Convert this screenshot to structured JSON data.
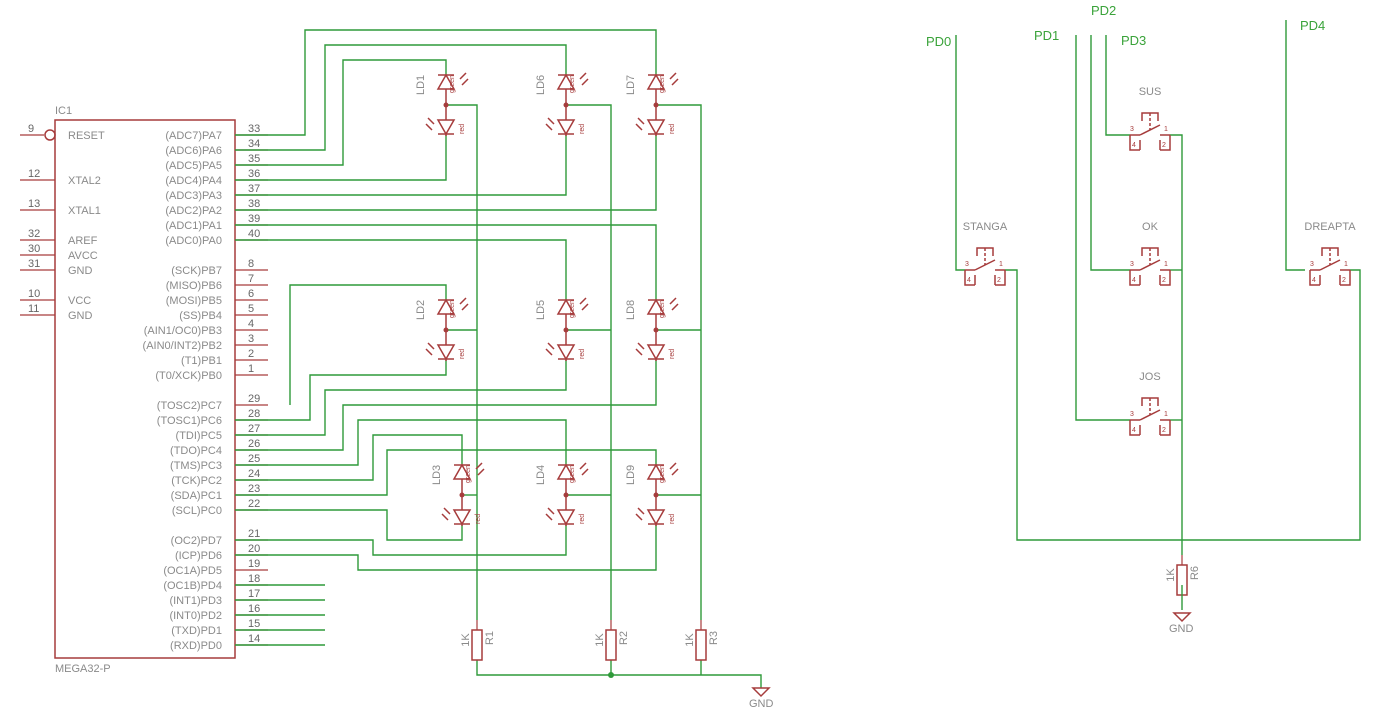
{
  "ic": {
    "name": "IC1",
    "part": "MEGA32-P",
    "left_pins": [
      {
        "num": "9",
        "label": "RESET"
      },
      {
        "num": "12",
        "label": "XTAL2"
      },
      {
        "num": "13",
        "label": "XTAL1"
      },
      {
        "num": "32",
        "label": "AREF"
      },
      {
        "num": "30",
        "label": "AVCC"
      },
      {
        "num": "31",
        "label": "GND"
      },
      {
        "num": "10",
        "label": "VCC"
      },
      {
        "num": "11",
        "label": "GND"
      }
    ],
    "right_pins": [
      {
        "num": "33",
        "label": "(ADC7)PA7"
      },
      {
        "num": "34",
        "label": "(ADC6)PA6"
      },
      {
        "num": "35",
        "label": "(ADC5)PA5"
      },
      {
        "num": "36",
        "label": "(ADC4)PA4"
      },
      {
        "num": "37",
        "label": "(ADC3)PA3"
      },
      {
        "num": "38",
        "label": "(ADC2)PA2"
      },
      {
        "num": "39",
        "label": "(ADC1)PA1"
      },
      {
        "num": "40",
        "label": "(ADC0)PA0"
      },
      {
        "num": "8",
        "label": "(SCK)PB7"
      },
      {
        "num": "7",
        "label": "(MISO)PB6"
      },
      {
        "num": "6",
        "label": "(MOSI)PB5"
      },
      {
        "num": "5",
        "label": "(SS)PB4"
      },
      {
        "num": "4",
        "label": "(AIN1/OC0)PB3"
      },
      {
        "num": "3",
        "label": "(AIN0/INT2)PB2"
      },
      {
        "num": "2",
        "label": "(T1)PB1"
      },
      {
        "num": "1",
        "label": "(T0/XCK)PB0"
      },
      {
        "num": "29",
        "label": "(TOSC2)PC7"
      },
      {
        "num": "28",
        "label": "(TOSC1)PC6"
      },
      {
        "num": "27",
        "label": "(TDI)PC5"
      },
      {
        "num": "26",
        "label": "(TDO)PC4"
      },
      {
        "num": "25",
        "label": "(TMS)PC3"
      },
      {
        "num": "24",
        "label": "(TCK)PC2"
      },
      {
        "num": "23",
        "label": "(SDA)PC1"
      },
      {
        "num": "22",
        "label": "(SCL)PC0"
      },
      {
        "num": "21",
        "label": "(OC2)PD7"
      },
      {
        "num": "20",
        "label": "(ICP)PD6"
      },
      {
        "num": "19",
        "label": "(OC1A)PD5"
      },
      {
        "num": "18",
        "label": "(OC1B)PD4"
      },
      {
        "num": "17",
        "label": "(INT1)PD3"
      },
      {
        "num": "16",
        "label": "(INT0)PD2"
      },
      {
        "num": "15",
        "label": "(TXD)PD1"
      },
      {
        "num": "14",
        "label": "(RXD)PD0"
      }
    ]
  },
  "leds": [
    {
      "name": "LD1"
    },
    {
      "name": "LD6"
    },
    {
      "name": "LD7"
    },
    {
      "name": "LD2"
    },
    {
      "name": "LD5"
    },
    {
      "name": "LD8"
    },
    {
      "name": "LD3"
    },
    {
      "name": "LD4"
    },
    {
      "name": "LD9"
    }
  ],
  "led_labels": {
    "green": "green",
    "red": "red"
  },
  "resistors": [
    {
      "name": "R1",
      "value": "1K"
    },
    {
      "name": "R2",
      "value": "1K"
    },
    {
      "name": "R3",
      "value": "1K"
    },
    {
      "name": "R6",
      "value": "1K"
    }
  ],
  "gnd_label": "GND",
  "gnd_label_2": "GND",
  "switches": [
    {
      "name": "SUS"
    },
    {
      "name": "STANGA"
    },
    {
      "name": "OK"
    },
    {
      "name": "DREAPTA"
    },
    {
      "name": "JOS"
    }
  ],
  "switch_pins": [
    "1",
    "2",
    "3",
    "4"
  ],
  "nets": {
    "pd0": "PD0",
    "pd1": "PD1",
    "pd2": "PD2",
    "pd3": "PD3",
    "pd4": "PD4"
  },
  "colors": {
    "symbol": "#a63c3c",
    "wire": "#2f9a3a",
    "label": "#8a8a8a",
    "net": "#3aa33a"
  }
}
